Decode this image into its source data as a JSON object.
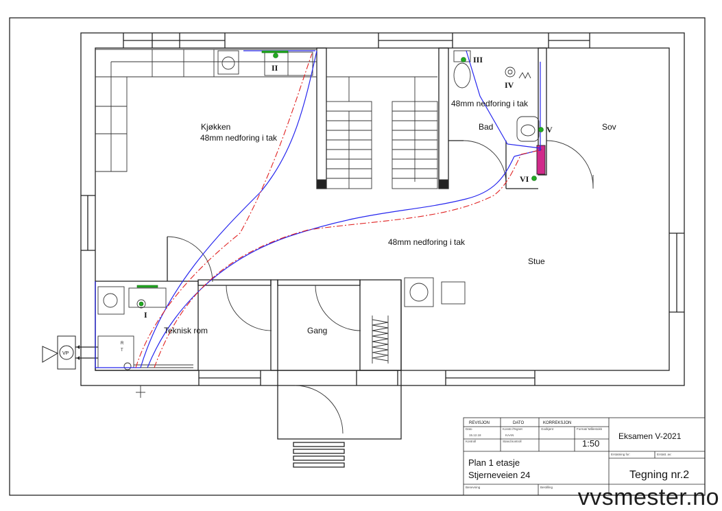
{
  "rooms": {
    "kitchen": "Kjøkken",
    "kitchen_note": "48mm nedforing i tak",
    "bath": "Bad",
    "bath_note": "48mm nedforing i tak",
    "bedroom": "Sov",
    "living": "Stue",
    "living_note": "48mm nedforing i tak",
    "technical": "Teknisk rom",
    "hall": "Gang"
  },
  "fixture_labels": {
    "I": "I",
    "II": "II",
    "III": "III",
    "IV": "IV",
    "V": "V",
    "VI": "VI"
  },
  "heat_pump": "VP",
  "boiler_labels": {
    "r": "R",
    "t": "T"
  },
  "title_block": {
    "col_revision": "REVISJON",
    "col_date": "DATO",
    "col_correction": "KORREKSJON",
    "dato_label": "Dato",
    "dato_value": "15.12.18",
    "konstr_label": "Konstr./Tegnet",
    "konstr_value": "KAAN",
    "godkj_label": "Godkjent",
    "format_label": "Format/ Målestokk",
    "scale": "1:50",
    "exam": "Eksamen V-2021",
    "kontroll_label": "Kontroll",
    "stand_label": "Stand.kontroll",
    "erstatning": "Erstatning for:",
    "erstatt": "Erstatt. av:",
    "plan": "Plan 1 etasje",
    "address": "Stjerneveien 24",
    "drawing": "Tegning nr.2",
    "benevning": "Benevning",
    "bestilling": "Bestilling"
  },
  "watermark": "vvsmester.no",
  "colors": {
    "wall": "#222222",
    "pipe_blue": "#2424ee",
    "pipe_red": "#e02020",
    "fitting_green": "#22aa22"
  }
}
